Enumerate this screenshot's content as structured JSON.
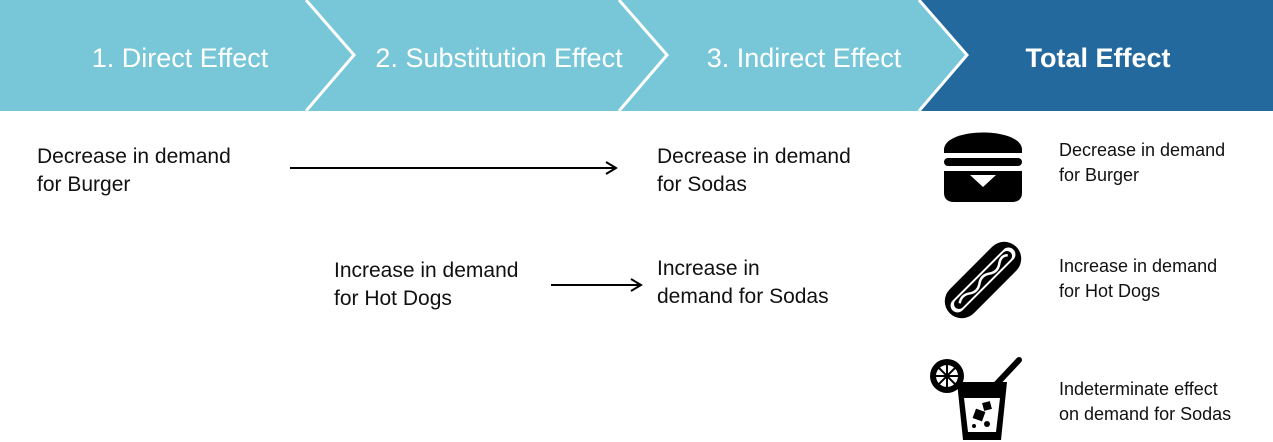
{
  "banner": {
    "steps": [
      {
        "label": "1. Direct Effect"
      },
      {
        "label": "2. Substitution Effect"
      },
      {
        "label": "3. Indirect Effect"
      },
      {
        "label": "Total Effect"
      }
    ],
    "colors": {
      "light": "#77c7d9",
      "dark": "#23699d",
      "separator": "#ffffff"
    }
  },
  "flow": {
    "burger_direct": {
      "line1": "Decrease in demand",
      "line2": "for Burger"
    },
    "sodas_indirect_1": {
      "line1": "Decrease in demand",
      "line2": "for Sodas"
    },
    "hotdog_substitution": {
      "line1": "Increase in demand",
      "line2": "for Hot Dogs"
    },
    "sodas_indirect_2": {
      "line1": "Increase in",
      "line2": "demand for Sodas"
    }
  },
  "total": {
    "burger": {
      "icon": "burger-icon",
      "line1": "Decrease in demand",
      "line2": "for Burger"
    },
    "hotdog": {
      "icon": "hot-dog-icon",
      "line1": "Increase in demand",
      "line2": "for Hot Dogs"
    },
    "soda": {
      "icon": "soda-icon",
      "line1": "Indeterminate effect",
      "line2": "on demand for Sodas"
    }
  }
}
